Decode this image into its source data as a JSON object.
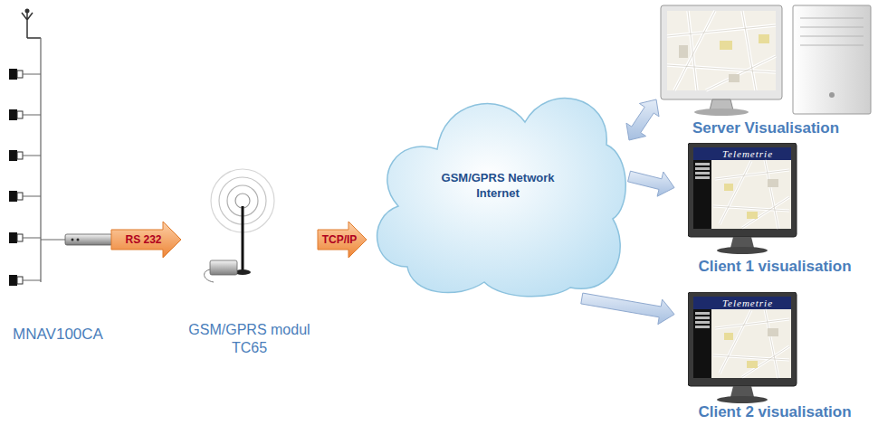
{
  "diagram": {
    "nodes": [
      {
        "text": [
          "MNAV100CA"
        ]
      },
      {
        "text": [
          "GSM/GPRS modul TC65"
        ]
      },
      {
        "text": [
          "GSM/GPRS Network Internet"
        ]
      },
      {
        "text": [
          "Server Visualisation"
        ]
      },
      {
        "text": [
          "Client 1 visualisation"
        ]
      },
      {
        "text": [
          "Client 2 visualisation"
        ]
      }
    ],
    "edges": [
      {
        "from": 0,
        "to": 1,
        "label": "RS 232",
        "arrow": "to"
      },
      {
        "from": 1,
        "to": 2,
        "label": "TCP/IP",
        "arrow": "to"
      },
      {
        "from": 2,
        "to": 3,
        "arrow": "both"
      },
      {
        "from": 2,
        "to": 4,
        "arrow": "to"
      },
      {
        "from": 2,
        "to": 5,
        "arrow": "to"
      }
    ],
    "labels": [
      "Telemetrie",
      "Telemetrie"
    ]
  }
}
